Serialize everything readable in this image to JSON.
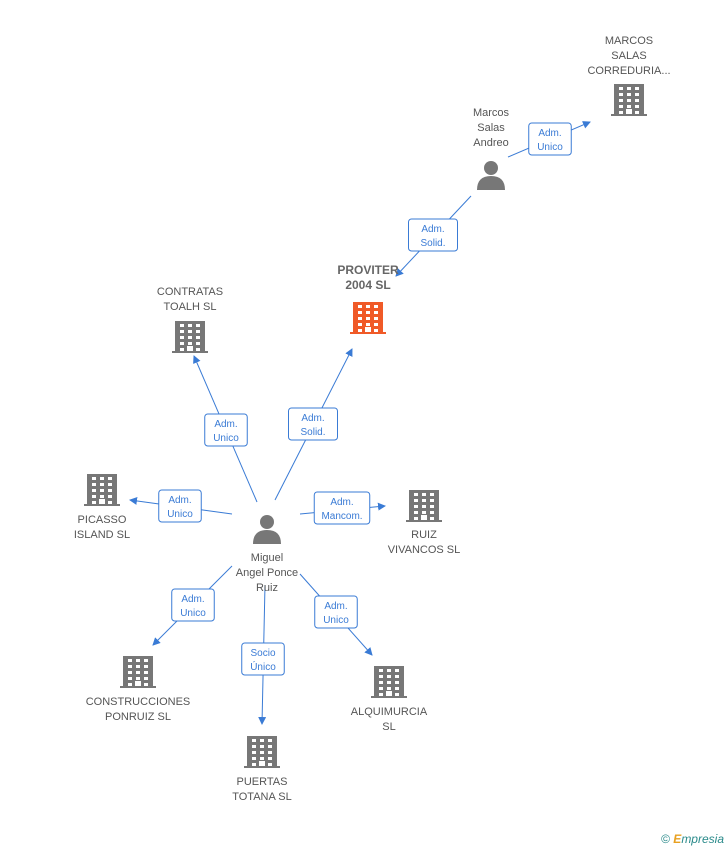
{
  "colors": {
    "edge": "#3a7bd5",
    "company": "#777777",
    "main_company": "#f05a28",
    "person": "#777777"
  },
  "nodes": [
    {
      "id": "marcos_corr",
      "kind": "company",
      "lines": [
        "MARCOS",
        "SALAS",
        "CORREDURIA..."
      ]
    },
    {
      "id": "marcos",
      "kind": "person",
      "lines": [
        "Marcos",
        "Salas",
        "Andreo"
      ]
    },
    {
      "id": "proviter",
      "kind": "main_company",
      "lines": [
        "PROVITER",
        "2004 SL"
      ]
    },
    {
      "id": "contratas",
      "kind": "company",
      "lines": [
        "CONTRATAS",
        "TOALH SL"
      ]
    },
    {
      "id": "picasso",
      "kind": "company",
      "lines": [
        "PICASSO",
        "ISLAND  SL"
      ]
    },
    {
      "id": "miguel",
      "kind": "person",
      "lines": [
        "Miguel",
        "Angel Ponce",
        "Ruiz"
      ]
    },
    {
      "id": "ruiz",
      "kind": "company",
      "lines": [
        "RUIZ",
        "VIVANCOS  SL"
      ]
    },
    {
      "id": "construcciones",
      "kind": "company",
      "lines": [
        "CONSTRUCCIONES",
        "PONRUIZ SL"
      ]
    },
    {
      "id": "alquimurcia",
      "kind": "company",
      "lines": [
        "ALQUIMURCIA",
        "SL"
      ]
    },
    {
      "id": "puertas",
      "kind": "company",
      "lines": [
        "PUERTAS",
        "TOTANA SL"
      ]
    }
  ],
  "edges": [
    {
      "from": "marcos",
      "to": "marcos_corr",
      "label": [
        "Adm.",
        "Unico"
      ]
    },
    {
      "from": "marcos",
      "to": "proviter",
      "label": [
        "Adm.",
        "Solid."
      ]
    },
    {
      "from": "miguel",
      "to": "proviter",
      "label": [
        "Adm.",
        "Solid."
      ]
    },
    {
      "from": "miguel",
      "to": "contratas",
      "label": [
        "Adm.",
        "Unico"
      ]
    },
    {
      "from": "miguel",
      "to": "picasso",
      "label": [
        "Adm.",
        "Unico"
      ]
    },
    {
      "from": "miguel",
      "to": "ruiz",
      "label": [
        "Adm.",
        "Mancom."
      ]
    },
    {
      "from": "miguel",
      "to": "construcciones",
      "label": [
        "Adm.",
        "Unico"
      ]
    },
    {
      "from": "miguel",
      "to": "alquimurcia",
      "label": [
        "Adm.",
        "Unico"
      ]
    },
    {
      "from": "miguel",
      "to": "puertas",
      "label": [
        "Socio",
        "Único"
      ]
    }
  ],
  "watermark": {
    "copyright": "©",
    "brand_initial": "E",
    "brand_rest": "mpresia"
  }
}
